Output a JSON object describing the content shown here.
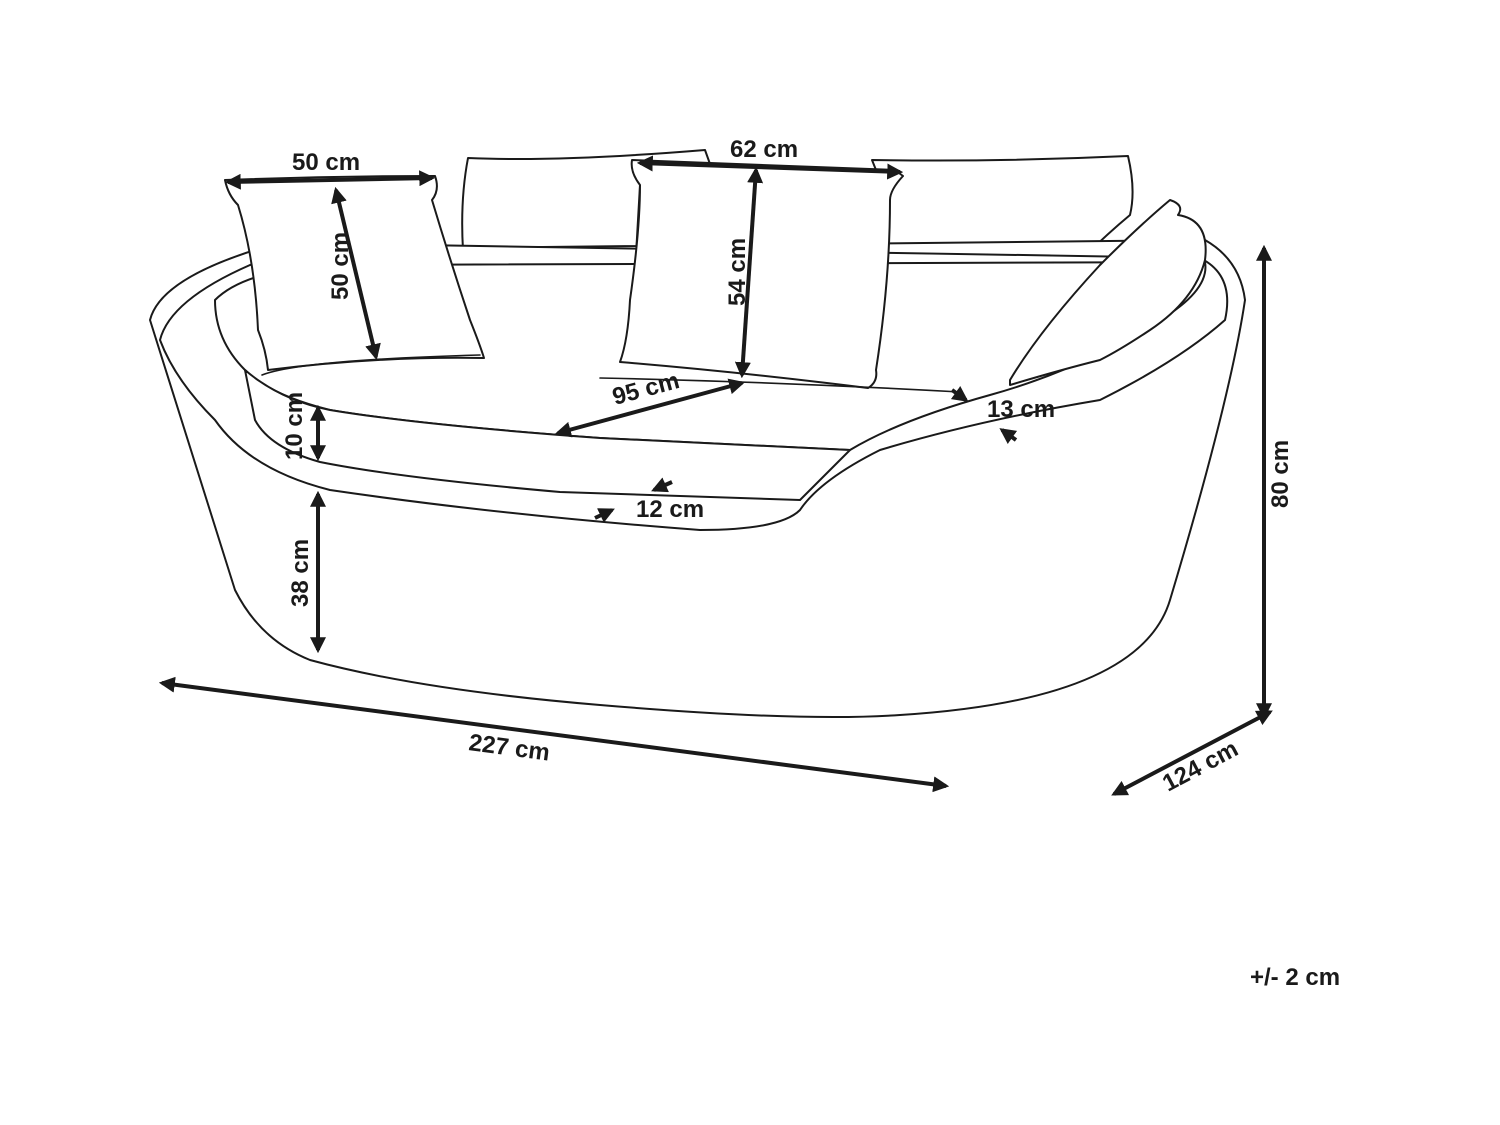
{
  "dimensions": {
    "pillow_width": "50 cm",
    "pillow_height": "50 cm",
    "back_pillow_width": "62 cm",
    "back_pillow_height": "54 cm",
    "seat_depth": "95 cm",
    "armrest_width": "13 cm",
    "cushion_height": "10 cm",
    "frame_thickness": "12 cm",
    "seat_height": "38 cm",
    "total_width": "227 cm",
    "total_height": "80 cm",
    "total_depth": "124 cm"
  },
  "tolerance": "+/- 2 cm",
  "colors": {
    "line": "#1a1a1a",
    "background": "#ffffff"
  }
}
